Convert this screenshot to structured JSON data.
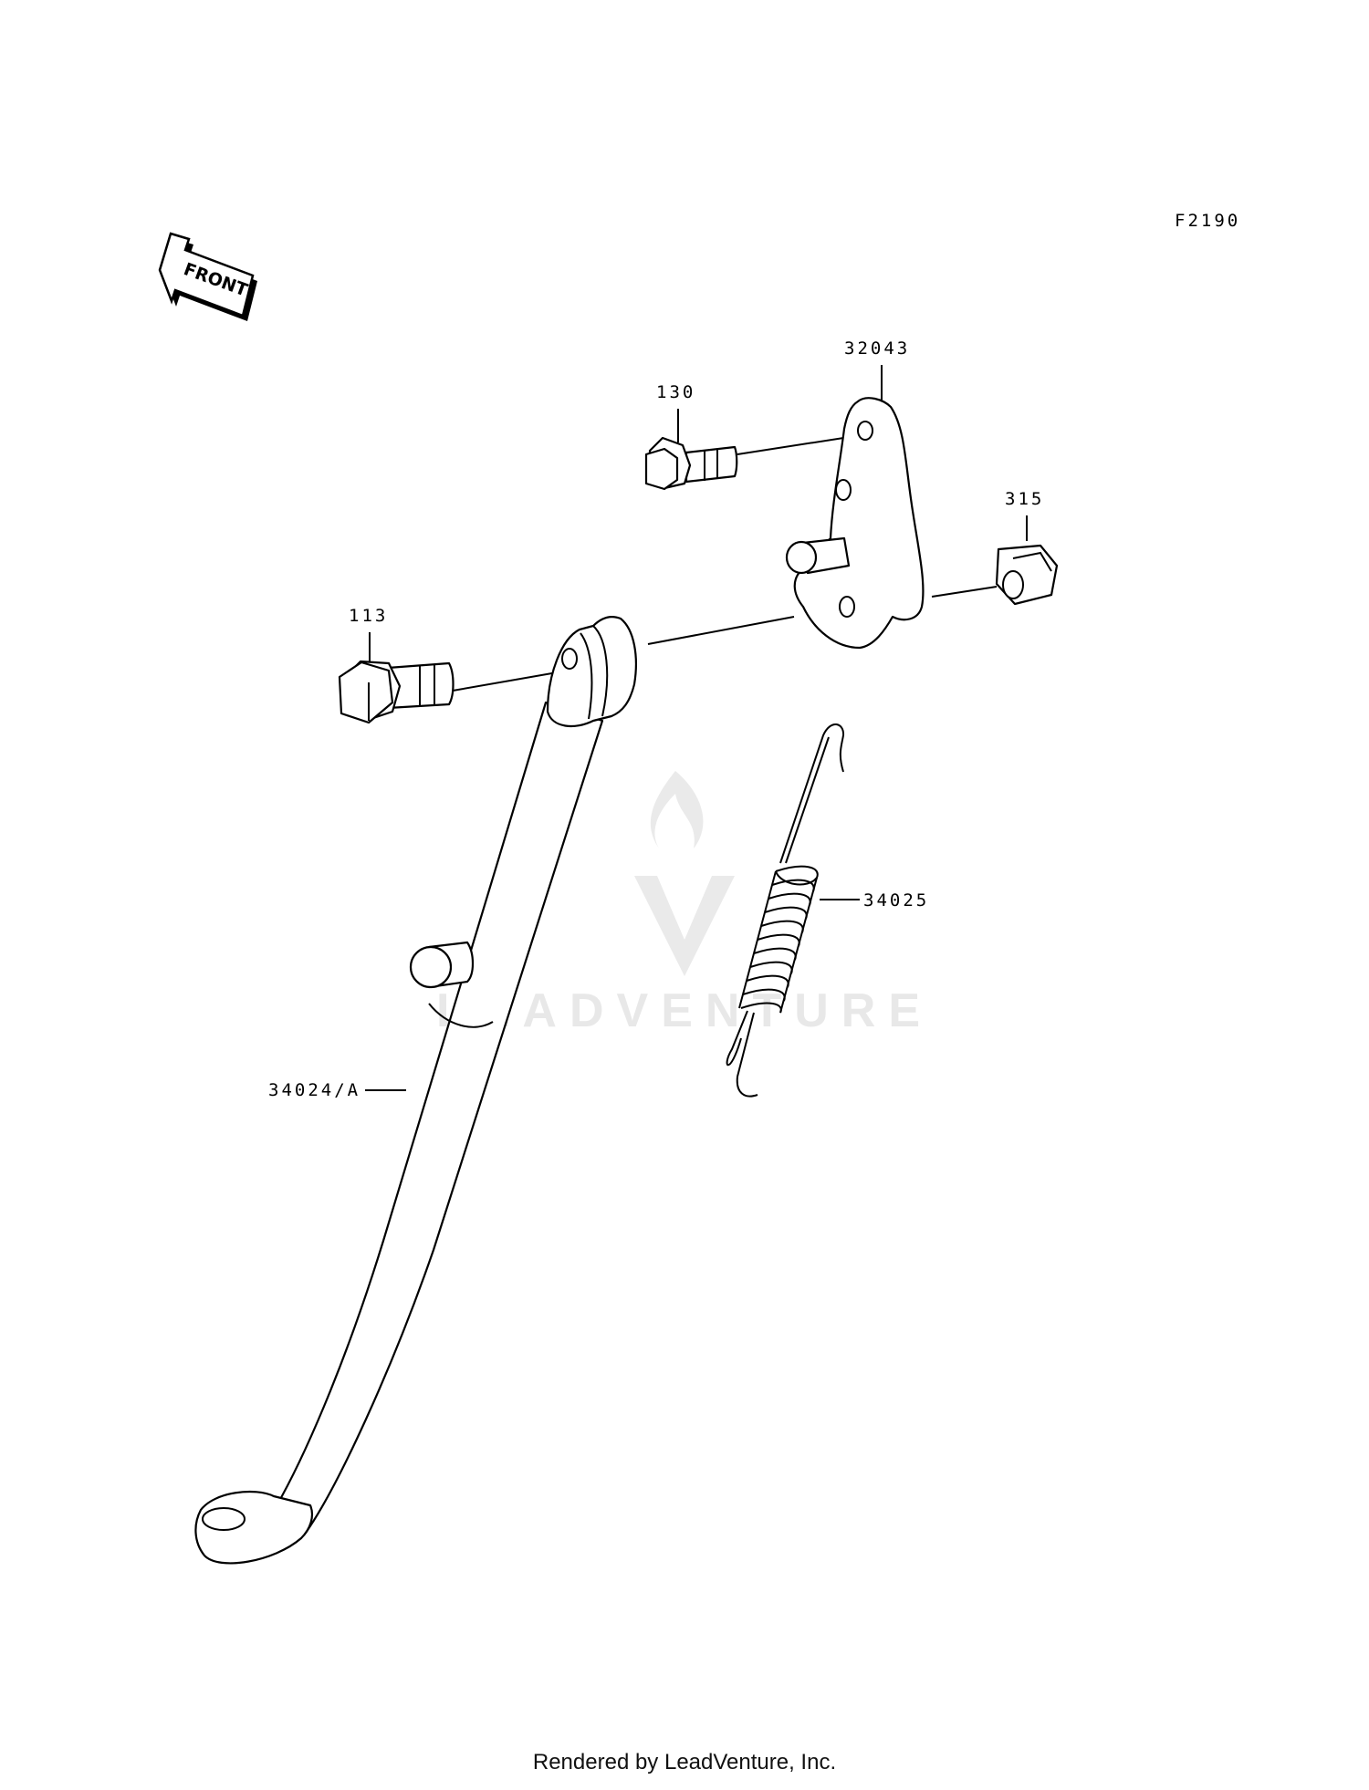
{
  "diagram_code": "F2190",
  "front_label": "FRONT",
  "parts": {
    "bracket": "32043",
    "bolt_small": "130",
    "nut": "315",
    "bolt_large": "113",
    "spring": "34025",
    "stand": "34024/A"
  },
  "watermark": "LEADVENTURE",
  "footer": "Rendered by LeadVenture, Inc."
}
